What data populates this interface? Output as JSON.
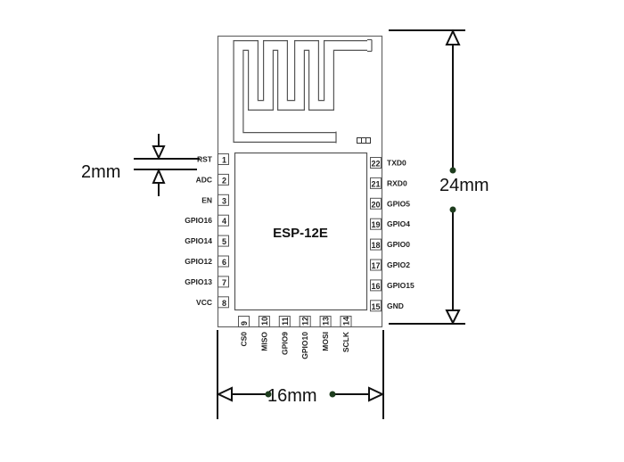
{
  "module": {
    "name": "ESP-12E"
  },
  "dimensions": {
    "width_label": "16mm",
    "height_label": "24mm",
    "pin_pitch_label": "2mm"
  },
  "pins": {
    "left": [
      {
        "num": "1",
        "label": "RST"
      },
      {
        "num": "2",
        "label": "ADC"
      },
      {
        "num": "3",
        "label": "EN"
      },
      {
        "num": "4",
        "label": "GPIO16"
      },
      {
        "num": "5",
        "label": "GPIO14"
      },
      {
        "num": "6",
        "label": "GPIO12"
      },
      {
        "num": "7",
        "label": "GPIO13"
      },
      {
        "num": "8",
        "label": "VCC"
      }
    ],
    "bottom": [
      {
        "num": "9",
        "label": "CS0"
      },
      {
        "num": "10",
        "label": "MISO"
      },
      {
        "num": "11",
        "label": "GPIO9"
      },
      {
        "num": "12",
        "label": "GPIO10"
      },
      {
        "num": "13",
        "label": "MOSI"
      },
      {
        "num": "14",
        "label": "SCLK"
      }
    ],
    "right": [
      {
        "num": "22",
        "label": "TXD0"
      },
      {
        "num": "21",
        "label": "RXD0"
      },
      {
        "num": "20",
        "label": "GPIO5"
      },
      {
        "num": "19",
        "label": "GPIO4"
      },
      {
        "num": "18",
        "label": "GPIO0"
      },
      {
        "num": "17",
        "label": "GPIO2"
      },
      {
        "num": "16",
        "label": "GPIO15"
      },
      {
        "num": "15",
        "label": "GND"
      }
    ]
  },
  "colors": {
    "outline": "#555555",
    "dim_line": "#111111",
    "dot": "#1e3d1e"
  }
}
